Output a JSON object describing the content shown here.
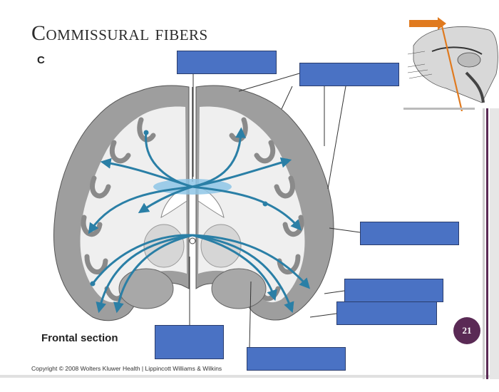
{
  "slide": {
    "title": "Commissural fibers",
    "panel_letter": "C",
    "section_label": "Frontal section",
    "copyright": "Copyright © 2008 Wolters Kluwer Health | Lippincott Williams & Wilkins",
    "page_number": "21"
  },
  "label_boxes": [
    {
      "id": "box-top-center",
      "text": ""
    },
    {
      "id": "box-top-right",
      "text": ""
    },
    {
      "id": "box-mid-right",
      "text": ""
    },
    {
      "id": "box-lower-right-1",
      "text": ""
    },
    {
      "id": "box-lower-right-2",
      "text": ""
    },
    {
      "id": "box-bottom-left",
      "text": ""
    },
    {
      "id": "box-bottom-center",
      "text": ""
    }
  ],
  "colors": {
    "label_box": "#4a72c4",
    "fiber": "#2a7fa6",
    "page_badge": "#5a2a55",
    "thumb_arrow": "#e07a1f",
    "thumb_line": "#e07a1f"
  },
  "icons": {
    "thumbnail": "sagittal-brain-thumbnail",
    "arrow": "orange-arrow-icon"
  }
}
